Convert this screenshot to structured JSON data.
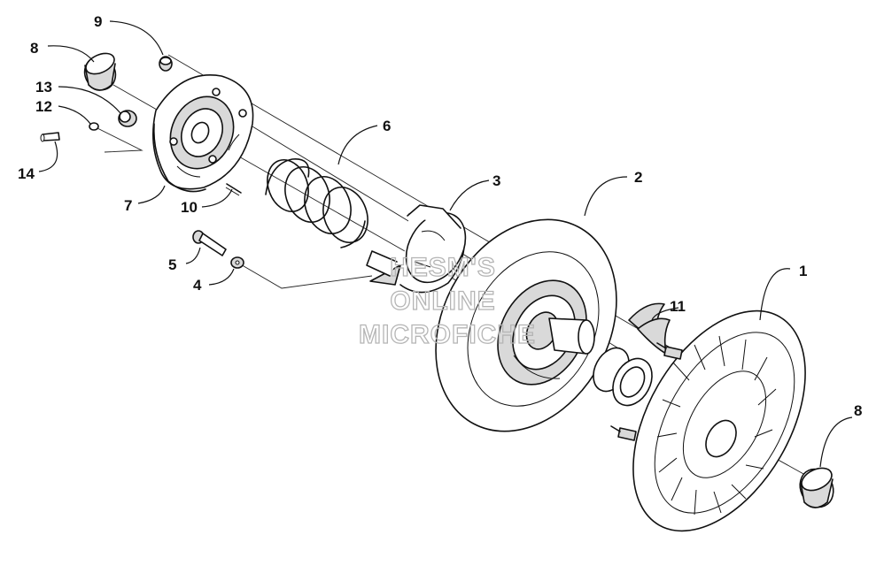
{
  "watermark": {
    "line1": "HESM'S",
    "line2": "ONLINE",
    "line3": "MICROFICHE"
  },
  "callouts": {
    "c1": "1",
    "c2": "2",
    "c3": "3",
    "c4": "4",
    "c5": "5",
    "c6": "6",
    "c7": "7",
    "c8a": "8",
    "c8b": "8",
    "c9": "9",
    "c10": "10",
    "c11": "11",
    "c12": "12",
    "c13": "13",
    "c14": "14"
  }
}
